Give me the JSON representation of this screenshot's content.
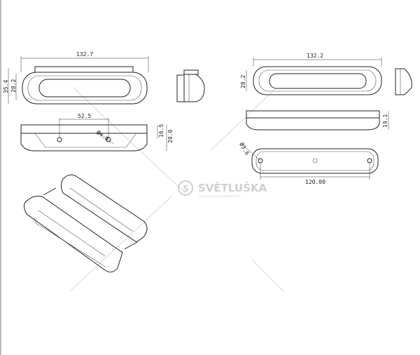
{
  "left_views": {
    "top_width": "132.7",
    "outer_height": "35.4",
    "inner_height": "28.2",
    "hole_spacing": "52.5",
    "hole_diameter": "Ø4.8",
    "side_height_small": "16.5",
    "side_height_total": "28.0"
  },
  "right_views": {
    "top_width": "132.2",
    "inner_height": "28.2",
    "side_height": "19.1",
    "hole_diameter": "Ø3.6",
    "hole_spacing": "120.00"
  },
  "watermark": {
    "brand": "SVĚTLUŠKA",
    "tagline": "VAŠE CESTA K NÁHRADNÍM DÍLŮM",
    "badge": "S"
  }
}
